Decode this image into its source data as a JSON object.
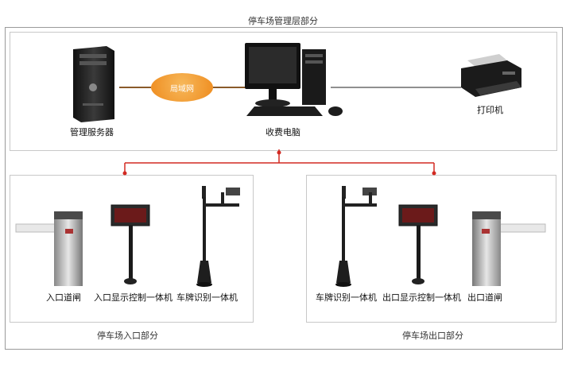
{
  "management": {
    "title": "停车场管理层部分",
    "server_label": "管理服务器",
    "pc_label": "收费电脑",
    "printer_label": "打印机",
    "network_label": "局域网"
  },
  "entrance": {
    "title": "停车场入口部分",
    "barrier_label": "入口道闸",
    "display_label": "入口显示控制一体机",
    "camera_label": "车牌识别一体机"
  },
  "exit": {
    "title": "停车场出口部分",
    "camera_label": "车牌识别一体机",
    "display_label": "出口显示控制一体机",
    "barrier_label": "出口道闸"
  },
  "colors": {
    "link_red": "#d22a22",
    "hub_orange": "#ee8a1c",
    "frame_gray": "#9a9a9a"
  }
}
